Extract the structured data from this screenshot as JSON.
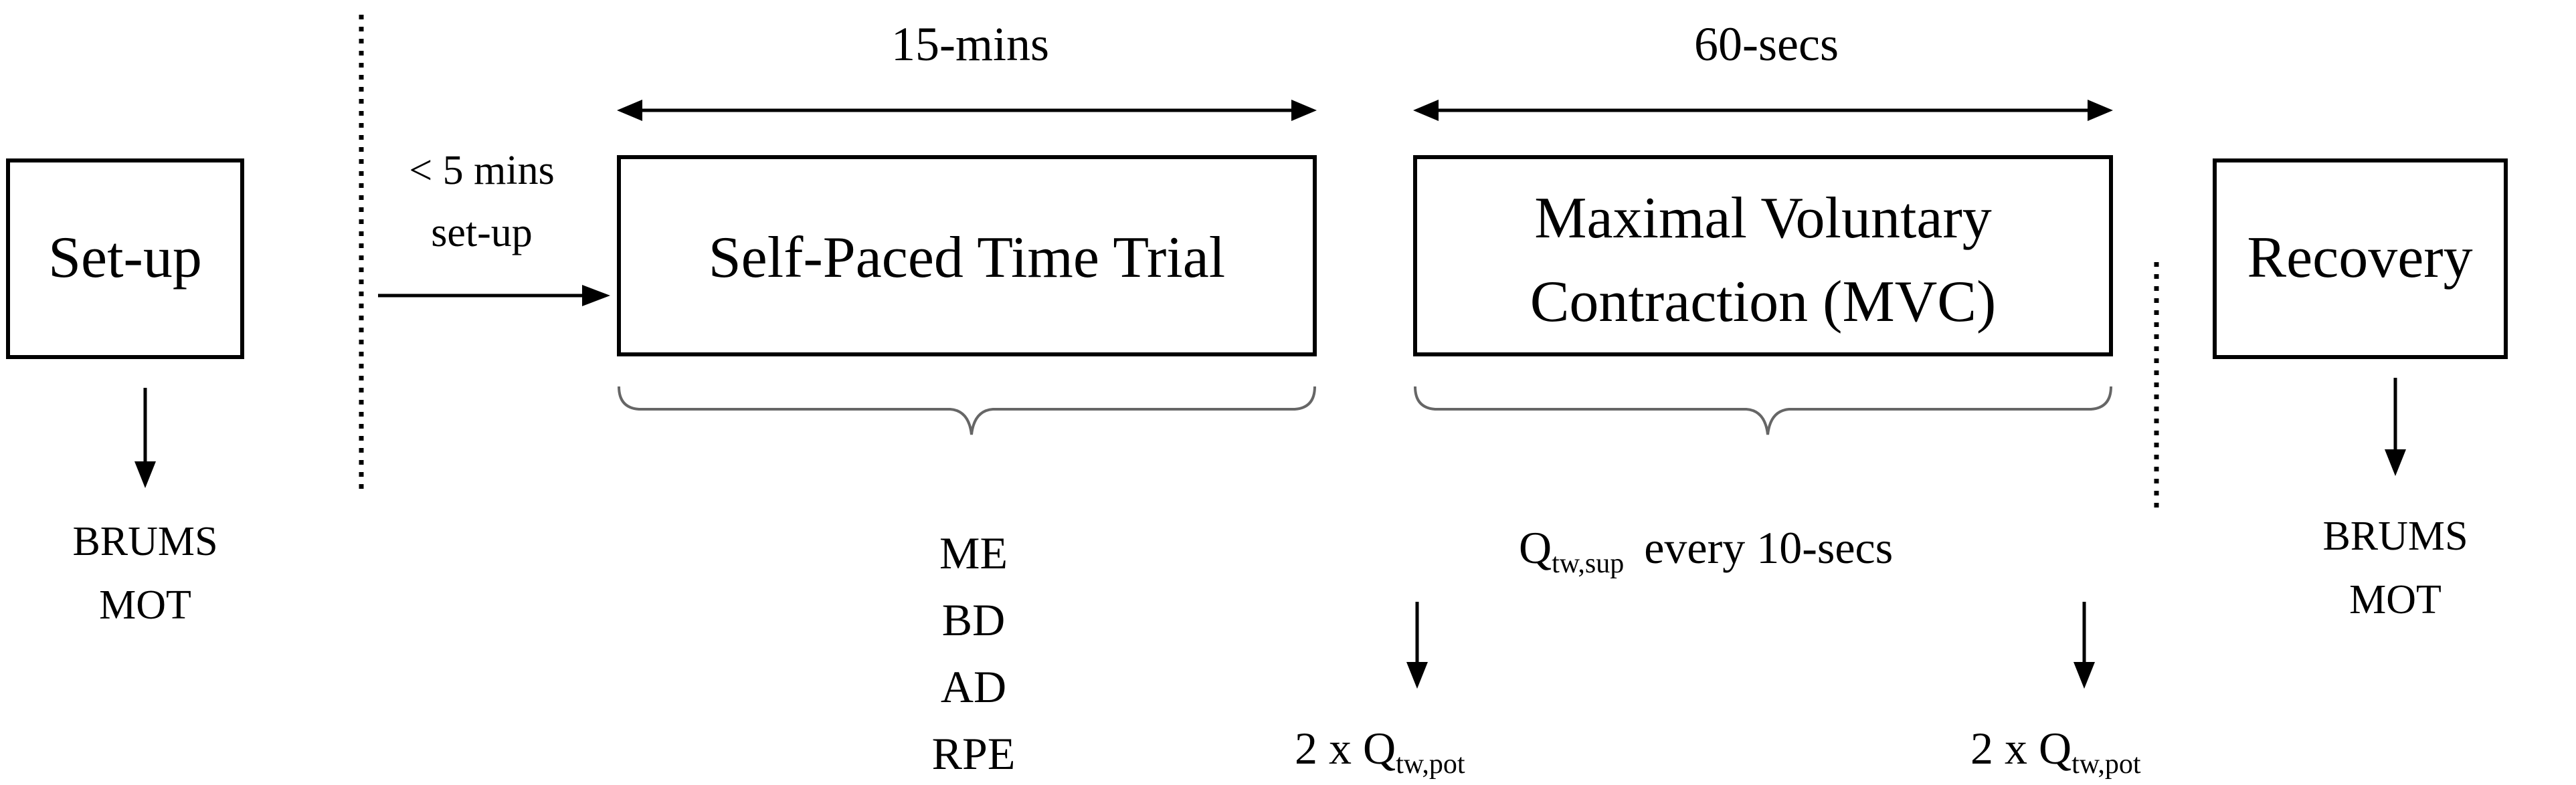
{
  "setup": {
    "title": "Set-up",
    "measures": [
      "BRUMS",
      "MOT"
    ]
  },
  "transition": {
    "line1": "< 5 mins",
    "line2": "set-up"
  },
  "time_trial": {
    "duration": "15-mins",
    "title": "Self-Paced Time Trial",
    "measures": [
      "ME",
      "BD",
      "AD",
      "RPE"
    ]
  },
  "mvc": {
    "duration": "60-secs",
    "title_line1": "Maximal Voluntary",
    "title_line2": "Contraction (MVC)",
    "during_symbol": "Q",
    "during_subscript": "tw,sup",
    "during_text": "every 10-secs",
    "pre_prefix": "2 x Q",
    "pre_subscript": "tw,pot",
    "post_prefix": "2 x Q",
    "post_subscript": "tw,pot"
  },
  "recovery": {
    "title": "Recovery",
    "measures": [
      "BRUMS",
      "MOT"
    ]
  }
}
